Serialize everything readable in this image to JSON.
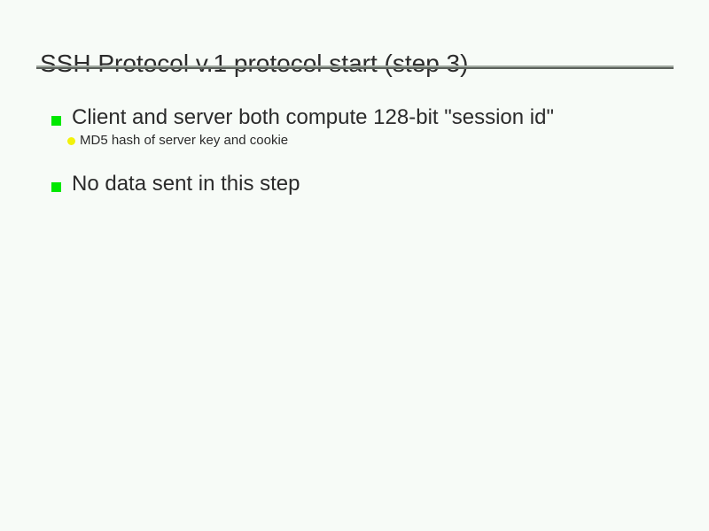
{
  "slide": {
    "title": "SSH Protocol v.1 protocol start (step 3)",
    "colors": {
      "background": "#f7fbf7",
      "text": "#2b2b2b",
      "rule_dark": "#5c615c",
      "rule_light": "#a0a8a0",
      "bullet_level1": "#00e800",
      "bullet_level2": "#f2f20a"
    },
    "bullets": [
      {
        "level": 1,
        "marker": "green-square-bullet",
        "text": "Client and server both compute 128-bit \"session id\"",
        "children": [
          {
            "level": 2,
            "marker": "yellow-dot-bullet",
            "text": "MD5 hash of server key and cookie"
          }
        ]
      },
      {
        "level": 1,
        "marker": "green-square-bullet",
        "text": "No data sent in this step",
        "children": []
      }
    ]
  }
}
